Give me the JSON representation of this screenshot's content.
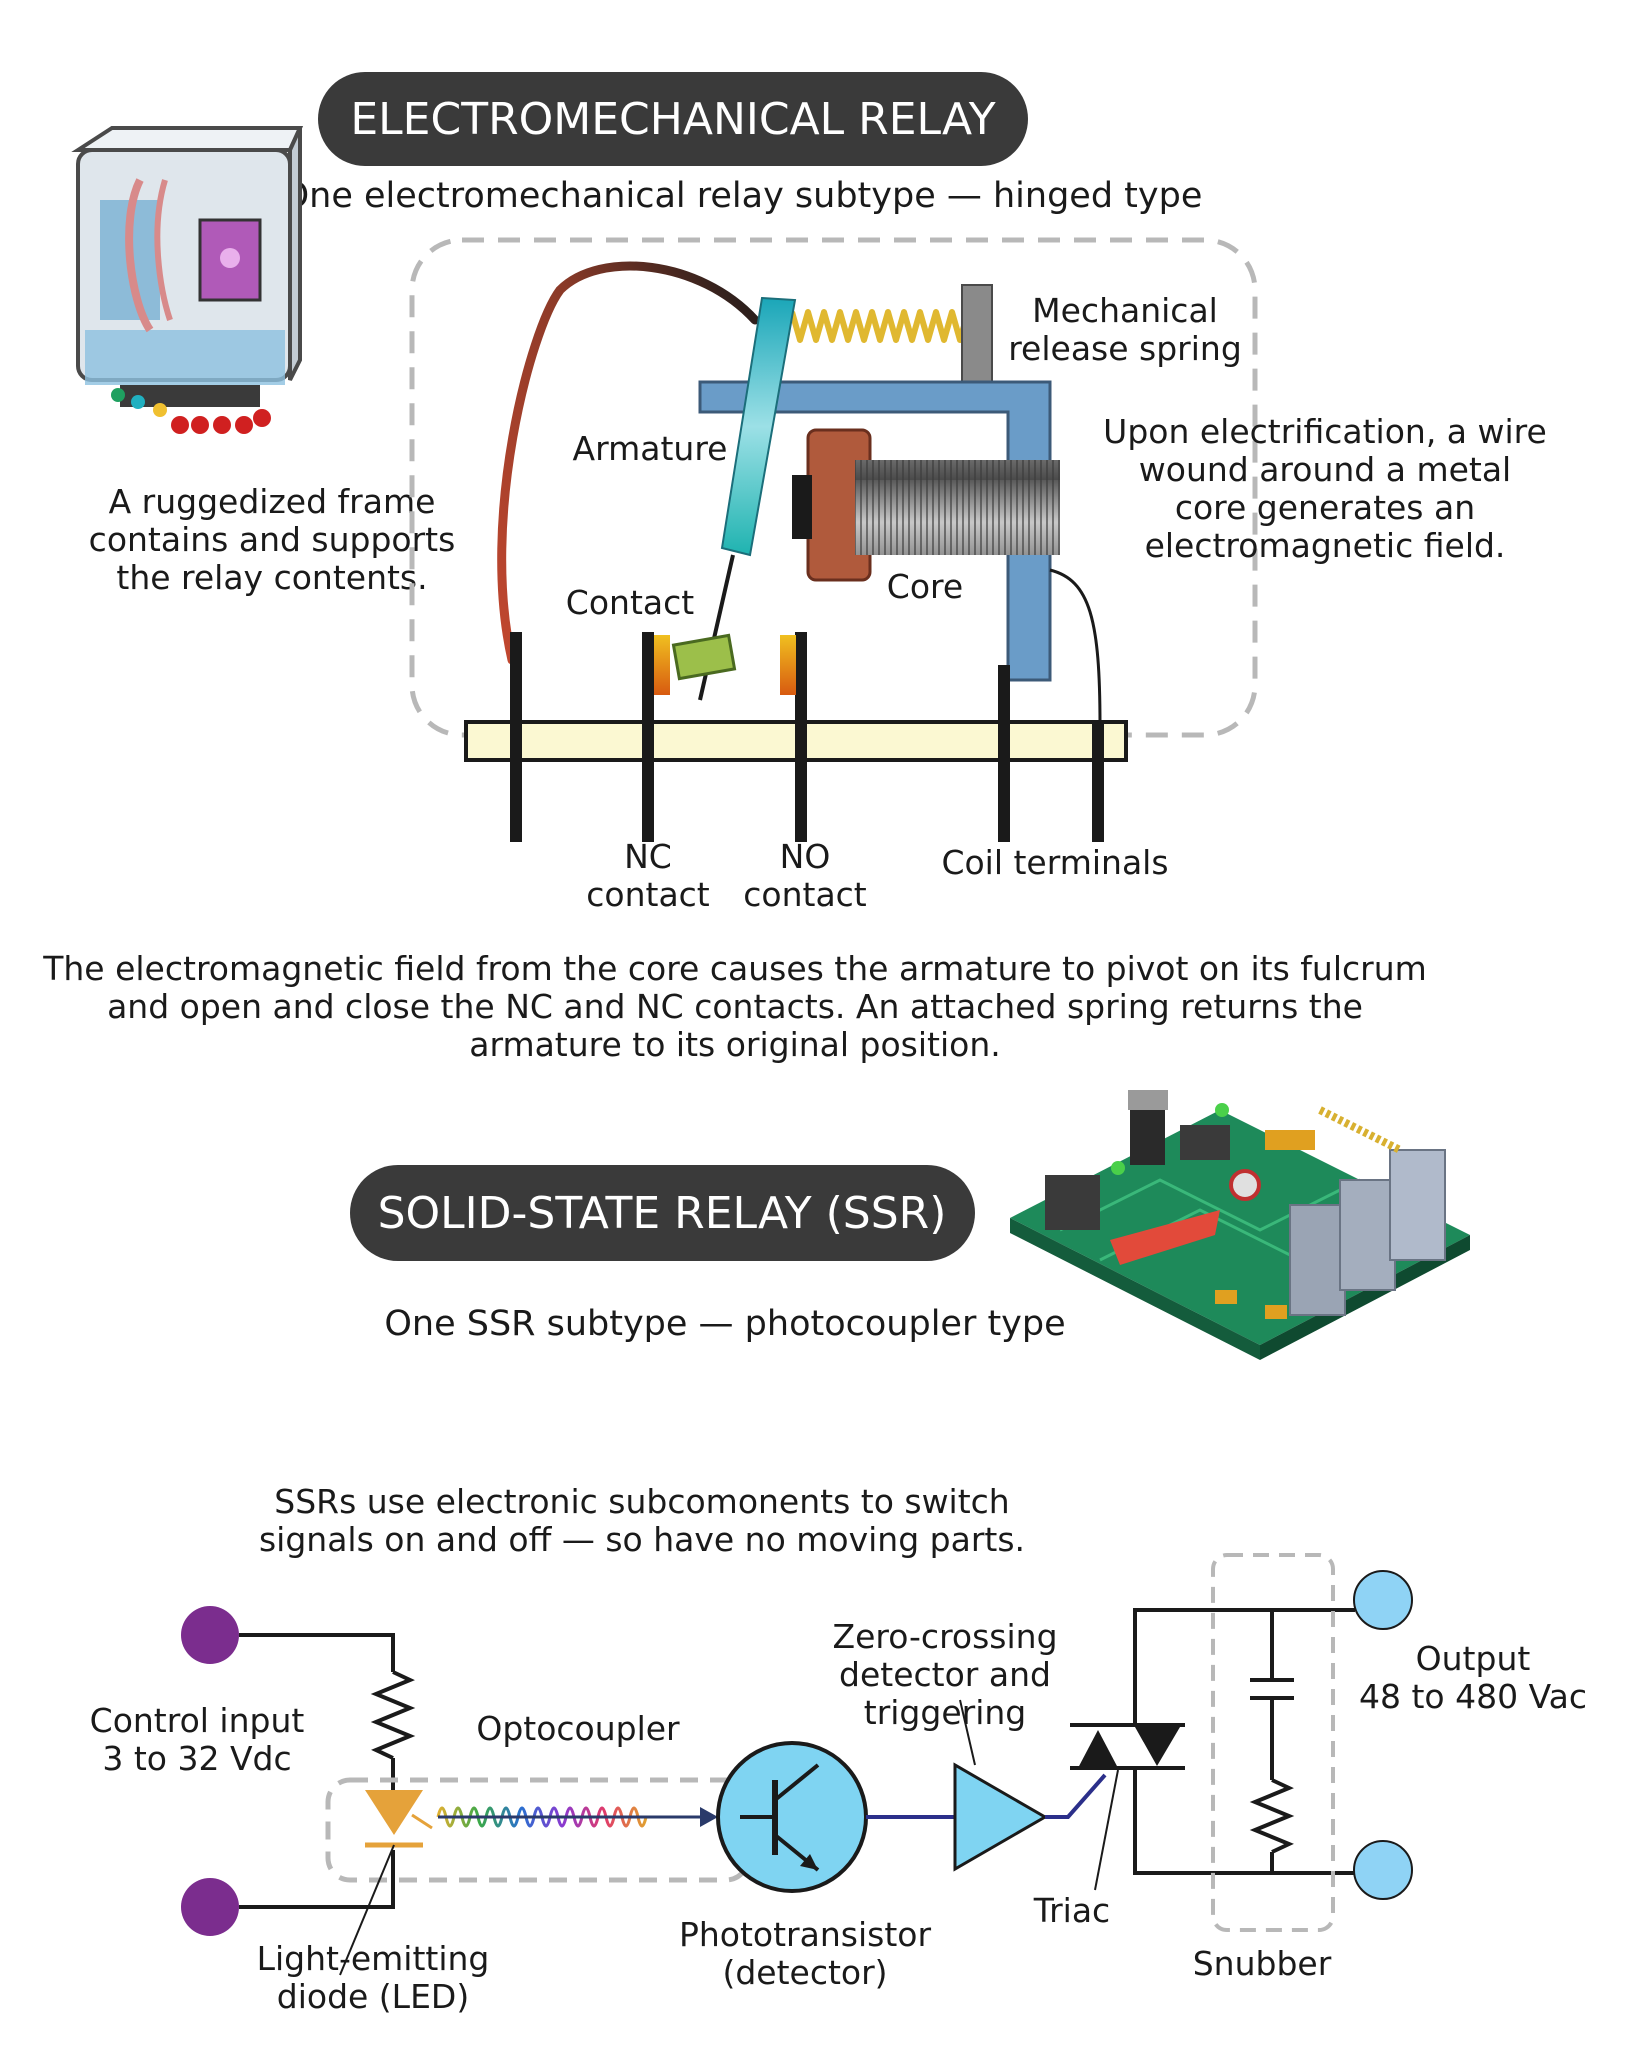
{
  "em": {
    "title": "ELECTROMECHANICAL RELAY",
    "subtitle": "One electromechanical relay subtype — hinged type",
    "frame_caption": [
      "A ruggedized frame",
      "contains and supports",
      "the relay contents."
    ],
    "spring_label": [
      "Mechanical",
      "release spring"
    ],
    "armature_label": "Armature",
    "contact_label": "Contact",
    "core_label": "Core",
    "field_caption": [
      "Upon electrification, a wire",
      "wound around a metal",
      "core generates an",
      "electromagnetic field."
    ],
    "nc_label": [
      "NC",
      "contact"
    ],
    "no_label": [
      "NO",
      "contact"
    ],
    "coil_label": "Coil terminals",
    "explanation": [
      "The electromagnetic field from the core causes the armature to pivot on its fulcrum",
      "and open and close the NC and NC contacts. An attached spring returns the",
      "armature to its original position."
    ]
  },
  "ssr": {
    "title": "SOLID-STATE RELAY (SSR)",
    "subtitle": "One SSR subtype — photocoupler type",
    "caption": [
      "SSRs use electronic subcomonents to switch",
      "signals on and off — so have no moving parts."
    ],
    "control_label": [
      "Control input",
      "3 to 32 Vdc"
    ],
    "optocoupler_label": "Optocoupler",
    "led_label": [
      "Light-emitting",
      "diode (LED)"
    ],
    "phototransistor_label": [
      "Phototransistor",
      "(detector)"
    ],
    "zero_cross_label": [
      "Zero-crossing",
      "detector and",
      "triggering"
    ],
    "triac_label": "Triac",
    "snubber_label": "Snubber",
    "output_label": [
      "Output",
      "48 to 480 Vac"
    ]
  },
  "colors": {
    "pill": "#3a3a3a",
    "terminal_purple": "#7b2d8e",
    "terminal_blue": "#8fd3f5",
    "circuit_line": "#1a1a1a",
    "signal_line": "#2b2f8a",
    "dashed_outline": "#b8b8b8",
    "base_plate": "#fbf8d2",
    "frame_blue": "#6a9cc8",
    "spring_yellow": "#e0b830",
    "core_copper": "#b05a3c",
    "led_orange": "#e5a23a",
    "detector_blue": "#7fd4f2"
  },
  "icons": {
    "relay_photo": "relay-product-icon",
    "pcb_photo": "circuit-board-icon"
  }
}
